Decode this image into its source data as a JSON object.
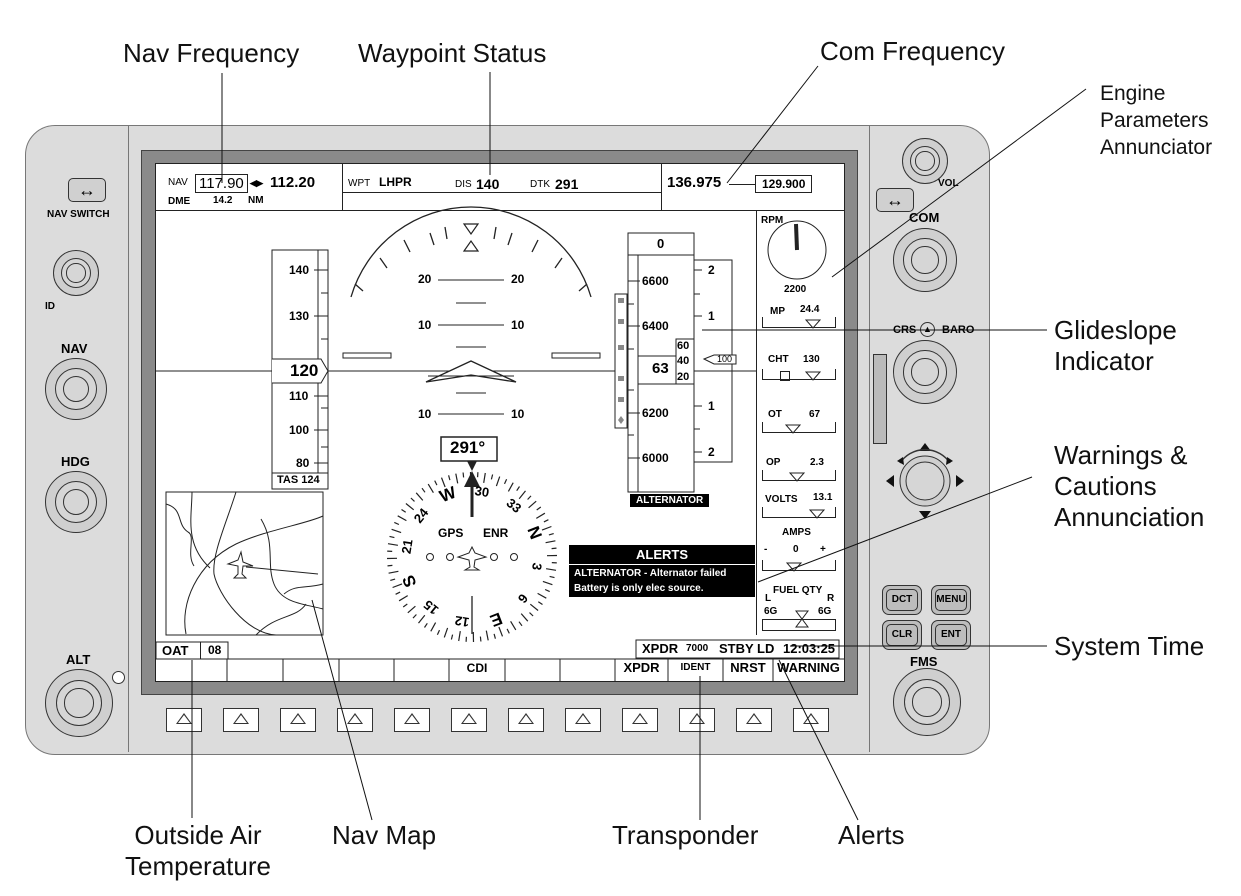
{
  "callouts": {
    "nav_frequency": "Nav Frequency",
    "waypoint_status": "Waypoint Status",
    "com_frequency": "Com Frequency",
    "engine_params": [
      "Engine",
      "Parameters",
      "Annunciator"
    ],
    "glideslope": [
      "Glideslope",
      "Indicator"
    ],
    "warnings": [
      "Warnings &",
      "Cautions",
      "Annunciation"
    ],
    "system_time": "System Time",
    "oat": [
      "Outside Air",
      "Temperature"
    ],
    "nav_map": "Nav Map",
    "transponder": "Transponder",
    "alerts": "Alerts"
  },
  "bezel": {
    "nav_switch": "NAV SWITCH",
    "id": "ID",
    "nav": "NAV",
    "hdg": "HDG",
    "alt": "ALT",
    "vol": "VOL",
    "com": "COM",
    "crs": "CRS",
    "baro": "BARO",
    "fms": "FMS",
    "dct": "DCT",
    "menu": "MENU",
    "clr": "CLR",
    "ent": "ENT",
    "swap_glyph": "↔"
  },
  "top_bar": {
    "nav_label": "NAV",
    "nav_active": "117.90",
    "nav_arrow": "◂▸",
    "nav_standby": "112.20",
    "dme_label": "DME",
    "dme_value": "14.2",
    "dme_unit": "NM",
    "wpt_label": "WPT",
    "wpt_value": "LHPR",
    "dis_label": "DIS",
    "dis_value": "140",
    "dtk_label": "DTK",
    "dtk_value": "291",
    "com_active": "136.975",
    "com_standby": "129.900"
  },
  "airspeed": {
    "ticks": [
      "140",
      "130",
      "110",
      "100",
      "80"
    ],
    "current": "120",
    "tas": "TAS 124"
  },
  "attitude": {
    "pitch_labels": [
      "20",
      "20",
      "10",
      "10",
      "10",
      "10"
    ]
  },
  "altitude": {
    "selected": "0",
    "ticks": [
      "6600",
      "6400",
      "6200",
      "6000"
    ],
    "current_major": "63",
    "roll_digits": [
      "60",
      "40",
      "20"
    ],
    "alert": "ALTERNATOR"
  },
  "vsi": {
    "ticks": [
      "2",
      "1",
      "1",
      "2"
    ],
    "readout": "100"
  },
  "hsi": {
    "heading": "291°",
    "cards": [
      "W",
      "30",
      "33",
      "N",
      "3",
      "6",
      "E",
      "12",
      "15",
      "S",
      "21",
      "24"
    ],
    "gps": "GPS",
    "enr": "ENR"
  },
  "engine": {
    "rpm_label": "RPM",
    "rpm_value": "2200",
    "mp_label": "MP",
    "mp_value": "24.4",
    "cht_label": "CHT",
    "cht_value": "130",
    "ot_label": "OT",
    "ot_value": "67",
    "op_label": "OP",
    "op_value": "2.3",
    "volts_label": "VOLTS",
    "volts_value": "13.1",
    "amps_label": "AMPS",
    "amps_minus": "-",
    "amps_zero": "0",
    "amps_plus": "+",
    "fuel_label": "FUEL QTY",
    "fuel_l": "L",
    "fuel_r": "R",
    "fuel_left_val": "6G",
    "fuel_right_val": "6G"
  },
  "alerts": {
    "title": "ALERTS",
    "line1": "ALTERNATOR - Alternator failed",
    "line2": "Battery is only elec source."
  },
  "bottom": {
    "oat_label": "OAT",
    "oat_value": "08",
    "xpdr_label": "XPDR",
    "xpdr_code": "7000",
    "xpdr_mode": "STBY LD",
    "time": "12:03:25",
    "softkeys": [
      "CDI",
      "XPDR",
      "IDENT",
      "NRST",
      "WARNING"
    ]
  },
  "colors": {
    "bezel": "#dcdcdc",
    "frame": "#8a8a8a",
    "screen": "#ffffff",
    "alert_bg": "#000000"
  }
}
